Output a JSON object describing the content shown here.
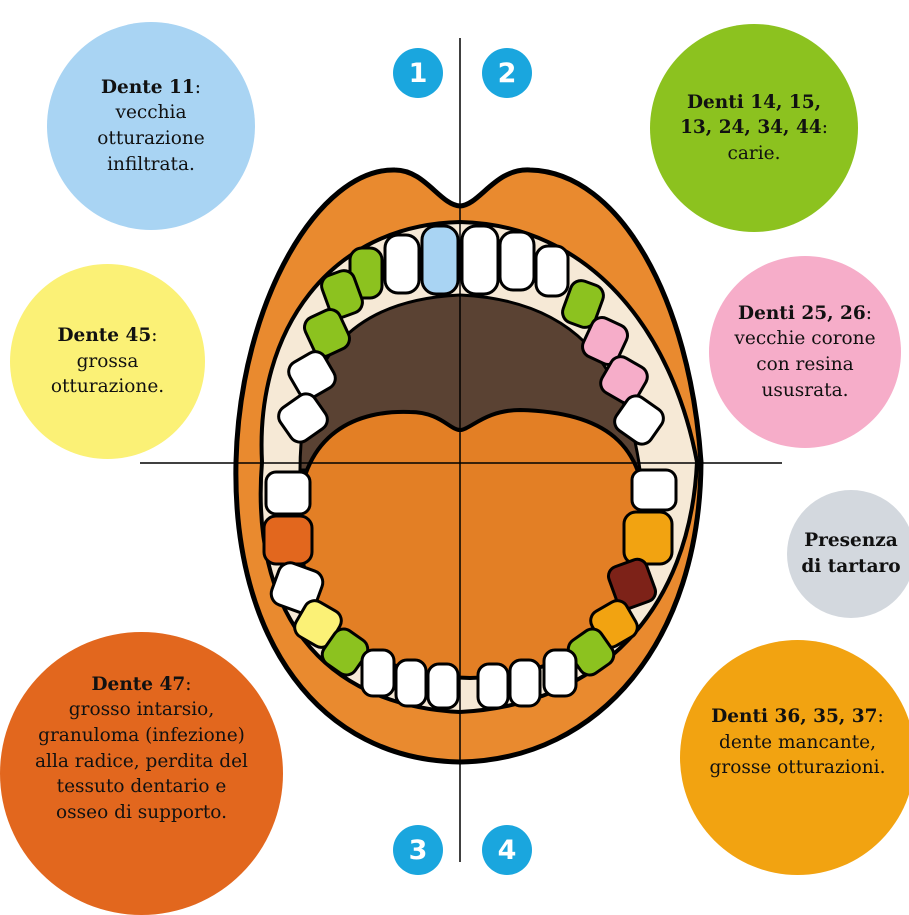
{
  "colors": {
    "blue": "#a9d4f3",
    "green": "#8cc21f",
    "yellow": "#fbf176",
    "pink": "#f6adc9",
    "grey": "#d3d8de",
    "orange_dark": "#e2671e",
    "orange_light": "#f2a311",
    "quadrant_badge": "#1aa6de",
    "lips": "#e98a2f",
    "palate": "#5a4233",
    "tongue": "#e37f25"
  },
  "quadrants": [
    "1",
    "2",
    "3",
    "4"
  ],
  "notes": {
    "top_left": {
      "title": "Dente 11",
      "sep": ":",
      "text": "vecchia otturazione infiltrata."
    },
    "top_right": {
      "title": "Denti 14, 15, 13, 24, 34, 44",
      "sep": ":",
      "text": "carie."
    },
    "mid_left": {
      "title": "Dente 45",
      "sep": ":",
      "text": "grossa otturazione."
    },
    "mid_right": {
      "title": "Denti 25, 26",
      "sep": ":",
      "text": "vecchie corone con resina ususrata."
    },
    "tartar": {
      "title": "Presenza di tartaro"
    },
    "bottom_left": {
      "title": "Dente 47",
      "sep": ":",
      "text": "grosso intarsio, granuloma (infezione) alla radice, perdita del tessuto dentario e osseo di supporto."
    },
    "bottom_right": {
      "title": "Denti 36, 35, 37",
      "sep": ":",
      "text": "dente mancante, grosse otturazioni."
    }
  }
}
